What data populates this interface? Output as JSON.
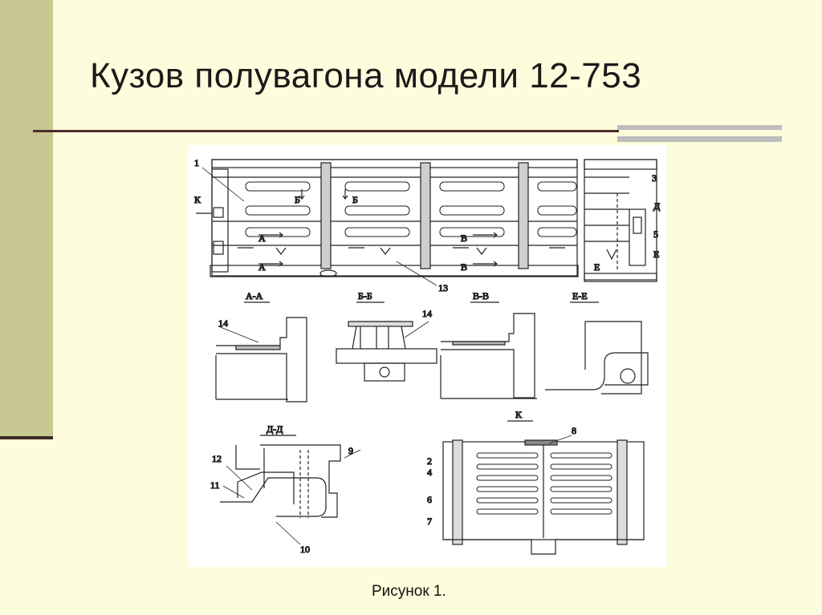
{
  "slide": {
    "title": "Кузов полувагона модели 12-753",
    "caption": "Рисунок 1."
  },
  "diagram": {
    "callouts": [
      "1",
      "2",
      "3",
      "4",
      "5",
      "6",
      "7",
      "8",
      "9",
      "10",
      "11",
      "12",
      "13",
      "14",
      "14"
    ],
    "letter_marks": {
      "k": "К",
      "b": "Б",
      "a": "А",
      "v": "В",
      "d": "Д",
      "e": "Е"
    },
    "section_labels": {
      "aa": "А-А",
      "bb": "Б-Б",
      "vv": "В-В",
      "ee": "Е-Е",
      "dd": "Д-Д",
      "k": "К"
    }
  },
  "colors": {
    "background": "#fdfcdc",
    "sidebar": "#c7c892",
    "rule": "#4b2d2d",
    "accent_gray": "#bdbdbd"
  }
}
